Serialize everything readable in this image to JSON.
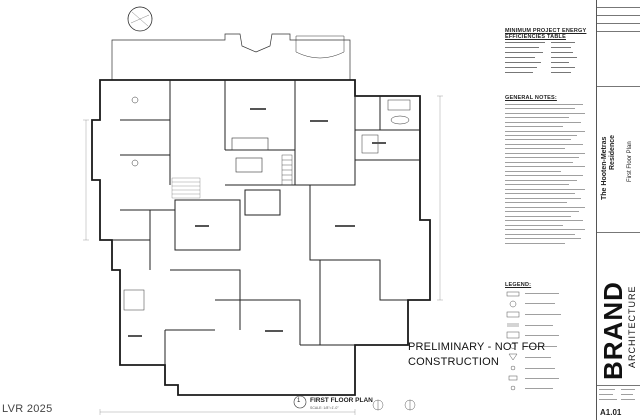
{
  "page": {
    "watermark": "LVR 2025",
    "prelim_line1": "PRELIMINARY - NOT FOR",
    "prelim_line2": "CONSTRUCTION",
    "plan_title": "FIRST FLOOR PLAN",
    "plan_number": "1",
    "plan_scale": "SCALE: 1/8\"=1'-0\""
  },
  "notes": {
    "energy_title_1": "MINIMUM PROJECT ENERGY",
    "energy_title_2": "EFFICIENCIES TABLE",
    "general_title": "GENERAL NOTES:",
    "legend_title": "LEGEND:"
  },
  "titleblock": {
    "project_line1": "The Hooten-Metras",
    "project_line2": "Residence",
    "sheet_title": "First Floor Plan",
    "brand": "BRAND",
    "brand_sub": "ARCHITECTURE",
    "sheet_number": "A1.01"
  },
  "colors": {
    "line": "#333333",
    "wall": "#1a1a1a",
    "paper": "#ffffff"
  }
}
